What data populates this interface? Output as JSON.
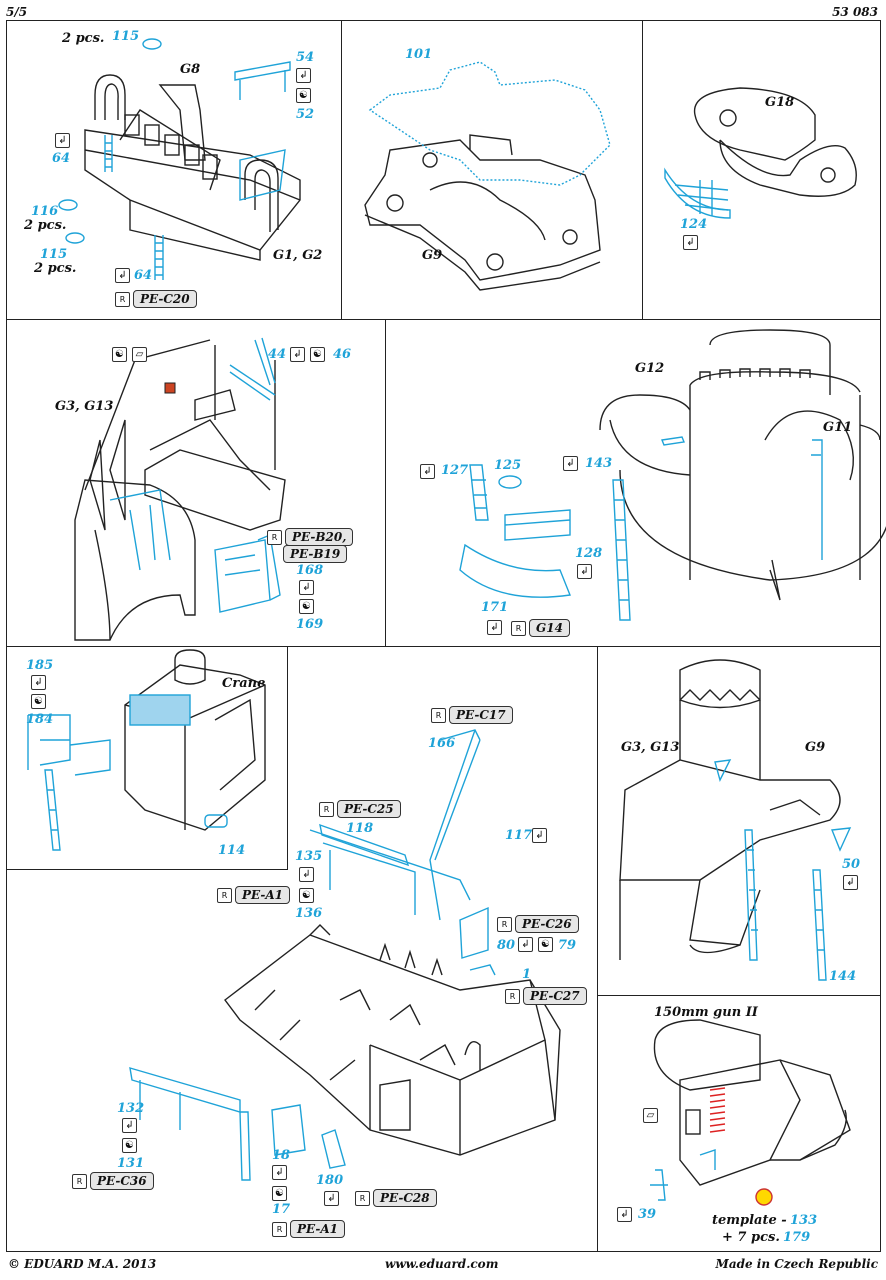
{
  "header": {
    "page": "5/5",
    "code": "53 083"
  },
  "footer": {
    "copyright": "© EDUARD  M.A. 2013",
    "url": "www.eduard.com",
    "origin": "Made in Czech Republic"
  },
  "icons": {
    "bend": "↲",
    "fold": "☯",
    "resin": "R",
    "paint": "▱"
  },
  "colors": {
    "part": "#1fa3d8",
    "line": "#222222",
    "pill": "#e6e6e6"
  },
  "p1": {
    "n115a": "115",
    "pcs_a": "2 pcs.",
    "g8": "G8",
    "n54": "54",
    "n52": "52",
    "n64a": "64",
    "n116": "116",
    "pcs_b": "2 pcs.",
    "n115b": "115",
    "pcs_c": "2 pcs.",
    "g1g2": "G1, G2",
    "n64b": "64",
    "ref": "PE-C20"
  },
  "p2": {
    "n101": "101",
    "g9": "G9"
  },
  "p3": {
    "g18": "G18",
    "n124": "124"
  },
  "p4": {
    "g3g13": "G3, G13",
    "n44": "44",
    "n46": "46",
    "ref1": "PE-B20,",
    "ref2": "PE-B19",
    "n168": "168",
    "n169": "169"
  },
  "p5": {
    "g12": "G12",
    "g11": "G11",
    "n127": "127",
    "n125": "125",
    "n143": "143",
    "n128": "128",
    "n171": "171",
    "ref": "G14"
  },
  "p6": {
    "n185": "185",
    "n184": "184",
    "crane": "Crane",
    "n114": "114"
  },
  "p7": {
    "ref_c17": "PE-C17",
    "n166": "166",
    "ref_c25": "PE-C25",
    "n118": "118",
    "n117": "117",
    "n135": "135",
    "ref_a1a": "PE-A1",
    "n136": "136",
    "ref_c26": "PE-C26",
    "n80": "80",
    "n79": "79",
    "n1": "1",
    "ref_c27": "PE-C27",
    "n132": "132",
    "n131": "131",
    "ref_c36": "PE-C36",
    "n18": "18",
    "n17": "17",
    "ref_a1b": "PE-A1",
    "n180": "180",
    "ref_c28": "PE-C28"
  },
  "p8": {
    "g3g13": "G3, G13",
    "g9": "G9",
    "n50": "50",
    "n144": "144"
  },
  "p9": {
    "title": "150mm gun II",
    "template": "template -",
    "n133": "133",
    "pcs": "+ 7 pcs.",
    "n179": "179",
    "n39": "39"
  }
}
